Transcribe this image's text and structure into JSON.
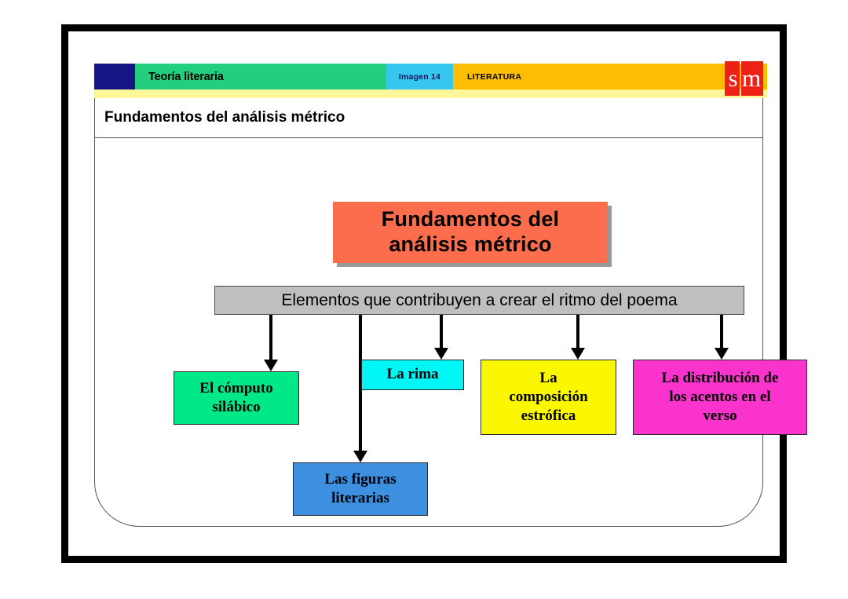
{
  "slide": {
    "header": {
      "navy_block": "",
      "course_label": "Teoría literaria",
      "image_label": "Imagen 14",
      "subject_label": "LITERATURA",
      "logo_s": "s",
      "logo_m": "m"
    },
    "subtitle": "Fundamentos del análisis métrico",
    "diagram": {
      "title_line1": "Fundamentos del",
      "title_line2": "análisis métrico",
      "subtitle_bar": "Elementos que contribuyen a crear el ritmo del poema",
      "nodes": [
        {
          "id": "computo-silabico",
          "line1": "El cómputo",
          "line2": "silábico",
          "line3": "",
          "color": "#00E887"
        },
        {
          "id": "figuras-literarias",
          "line1": "Las figuras",
          "line2": "literarias",
          "line3": "",
          "color": "#3D8FE0"
        },
        {
          "id": "la-rima",
          "line1": "La rima",
          "line2": "",
          "line3": "",
          "color": "#00F5F5"
        },
        {
          "id": "composicion-estrofica",
          "line1": "La",
          "line2": "composición",
          "line3": "estrófica",
          "color": "#FAF700"
        },
        {
          "id": "distribucion-acentos",
          "line1": "La distribución de",
          "line2": "los acentos en el",
          "line3": "verso",
          "color": "#FA33CC"
        }
      ]
    },
    "colors": {
      "navy": "#151584",
      "green": "#23CE7C",
      "cyan": "#35C7F0",
      "amber": "#FCBD02",
      "pale_yellow": "#FFF79A",
      "logo_red": "#EE2117",
      "title_box": "#FB6D4C",
      "gray_bar": "#BFBFBF"
    }
  }
}
